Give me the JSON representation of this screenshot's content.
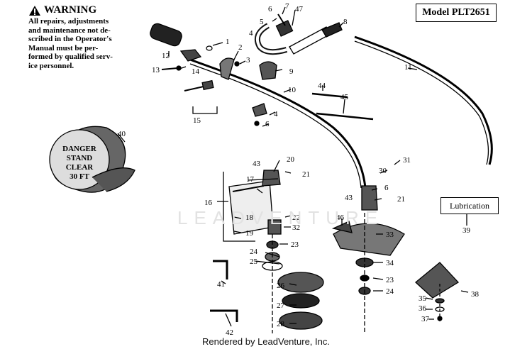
{
  "warning": {
    "title": "WARNING",
    "body": "All repairs, adjustments\nand maintenance not de-\nscribed in the Operator's\nManual must be per-\nformed by qualified serv-\nice personnel."
  },
  "model": "Model PLT2651",
  "lubrication": "Lubrication",
  "credit": "Rendered by LeadVenture, Inc.",
  "watermark": "LEADVENTURE",
  "danger_decal": [
    "DANGER",
    "STAND",
    "CLEAR",
    "30 FT"
  ],
  "part_numbers": [
    "1",
    "2",
    "3",
    "4",
    "5",
    "6",
    "7",
    "47",
    "8",
    "9",
    "10",
    "11",
    "12",
    "13",
    "14",
    "15",
    "4",
    "6",
    "40",
    "44",
    "45",
    "43",
    "20",
    "21",
    "31",
    "30",
    "17",
    "6",
    "16",
    "43",
    "21",
    "22",
    "18",
    "32",
    "46",
    "33",
    "19",
    "23",
    "24",
    "25",
    "34",
    "23",
    "24",
    "39",
    "41",
    "26",
    "38",
    "35",
    "36",
    "27",
    "37",
    "28",
    "42"
  ]
}
